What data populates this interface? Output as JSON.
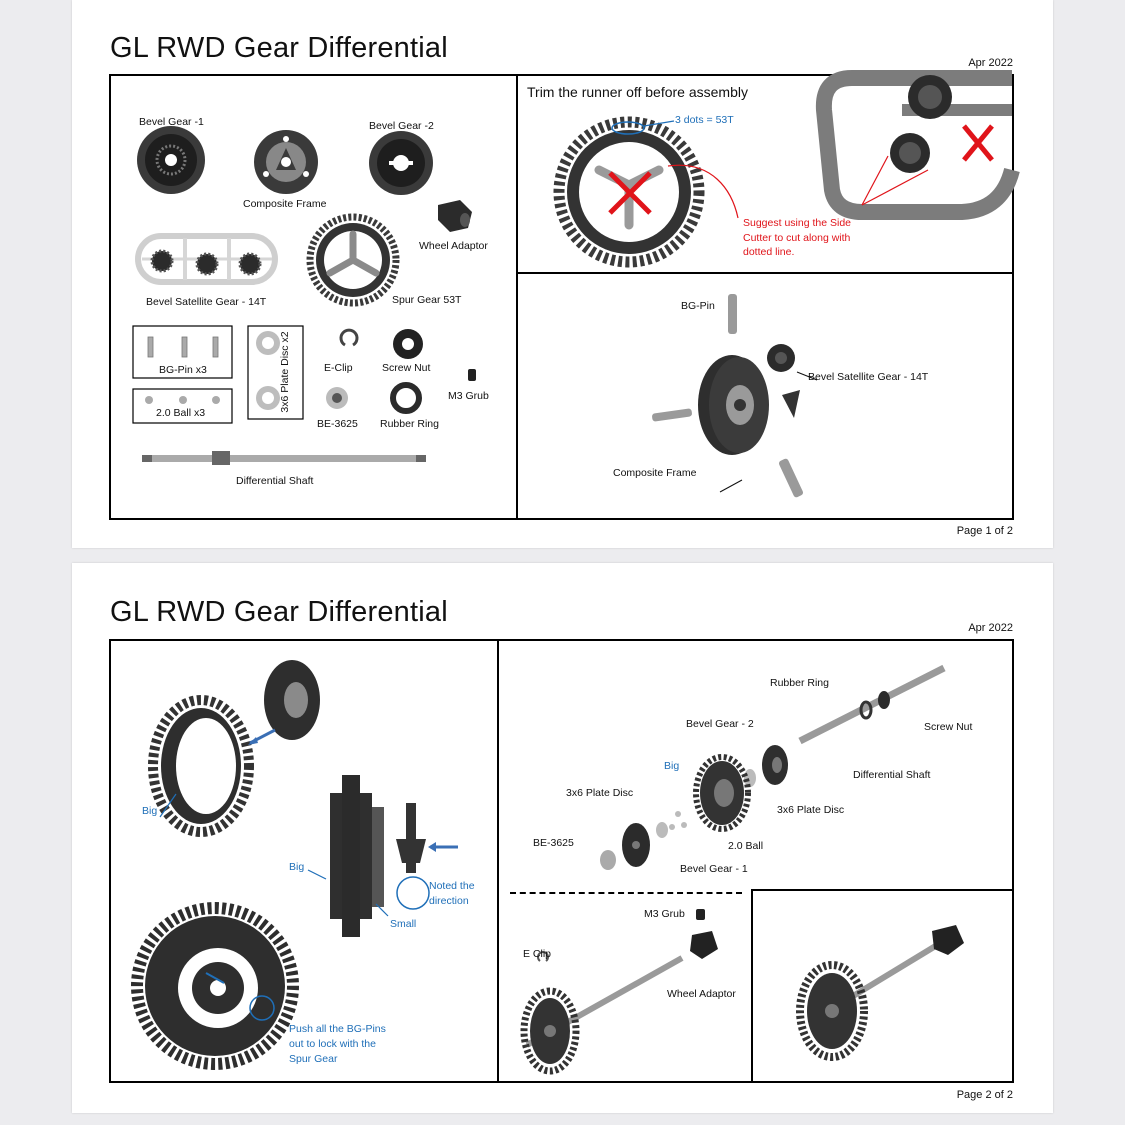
{
  "page1": {
    "title": "GL RWD Gear Differential",
    "date": "Apr 2022",
    "page_number": "Page 1 of 2",
    "parts": {
      "bevel_gear_1": "Bevel Gear -1",
      "bevel_gear_2": "Bevel Gear -2",
      "composite_frame": "Composite Frame",
      "wheel_adaptor": "Wheel Adaptor",
      "bevel_satellite": "Bevel Satellite Gear - 14T",
      "spur_gear": "Spur Gear 53T",
      "bg_pin": "BG-Pin x3",
      "ball": "2.0 Ball x3",
      "plate_disc": "3x6 Plate Disc x2",
      "e_clip": "E-Clip",
      "screw_nut": "Screw Nut",
      "m3_grub": "M3 Grub",
      "be3625": "BE-3625",
      "rubber_ring": "Rubber Ring",
      "diff_shaft": "Differential Shaft"
    },
    "trim": {
      "heading": "Trim the runner off before assembly",
      "dots_note": "3 dots = 53T",
      "suggest_1": "Suggest using the Side",
      "suggest_2": "Cutter to cut along with",
      "suggest_3": "dotted line."
    },
    "assembly": {
      "bg_pin": "BG-Pin",
      "bevel_satellite": "Bevel Satellite Gear - 14T",
      "composite_frame": "Composite Frame"
    }
  },
  "page2": {
    "title": "GL RWD Gear Differential",
    "date": "Apr 2022",
    "page_number": "Page 2 of 2",
    "left": {
      "big_1": "Big",
      "big_2": "Big",
      "small": "Small",
      "noted_1": "Noted the",
      "noted_2": "direction",
      "push_1": "Push all the BG-Pins",
      "push_2": "out to lock with the",
      "push_3": "Spur Gear"
    },
    "exploded": {
      "rubber_ring": "Rubber Ring",
      "screw_nut": "Screw Nut",
      "bevel_gear_2": "Bevel Gear - 2",
      "diff_shaft": "Differential Shaft",
      "big": "Big",
      "plate_disc_a": "3x6 Plate Disc",
      "plate_disc_b": "3x6 Plate Disc",
      "ball": "2.0 Ball",
      "be3625": "BE-3625",
      "bevel_gear_1": "Bevel Gear - 1"
    },
    "final": {
      "m3_grub": "M3 Grub",
      "e_clip": "E Clip",
      "wheel_adaptor": "Wheel Adaptor"
    }
  }
}
